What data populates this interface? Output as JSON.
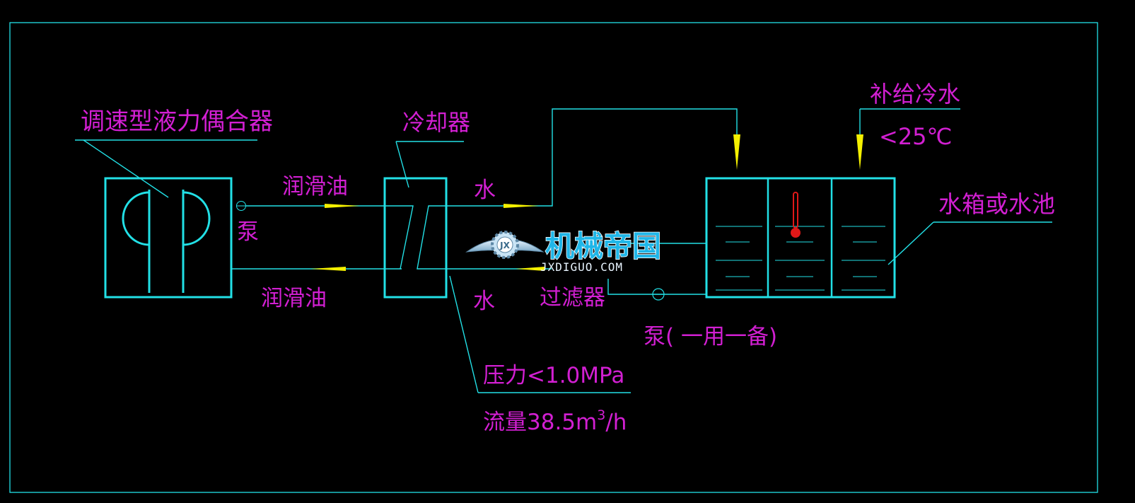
{
  "colors": {
    "background": "#000000",
    "line": "#22e0e6",
    "label": "#d21fd2",
    "arrow": "#f4f000",
    "thermometer": "#e01818",
    "watermark": "#1fb6e8"
  },
  "labels": {
    "coupler": "调速型液力偶合器",
    "cooler": "冷却器",
    "lube_oil_top": "润滑油",
    "lube_oil_bottom": "润滑油",
    "pump_left": "泵",
    "water_top": "水",
    "water_bottom": "水",
    "filter": "过滤器",
    "pump_standby": "泵( 一用一备)",
    "makeup_water": "补给冷水",
    "makeup_temp": "<25℃",
    "tank": "水箱或水池",
    "pressure": "压力<1.0MPa",
    "flow_prefix": "流量38.5m",
    "flow_superscript": "3",
    "flow_suffix": "/h"
  },
  "watermark": {
    "title": "机械帝国",
    "site": "JXDIGUO.COM",
    "emblem": "JX"
  }
}
